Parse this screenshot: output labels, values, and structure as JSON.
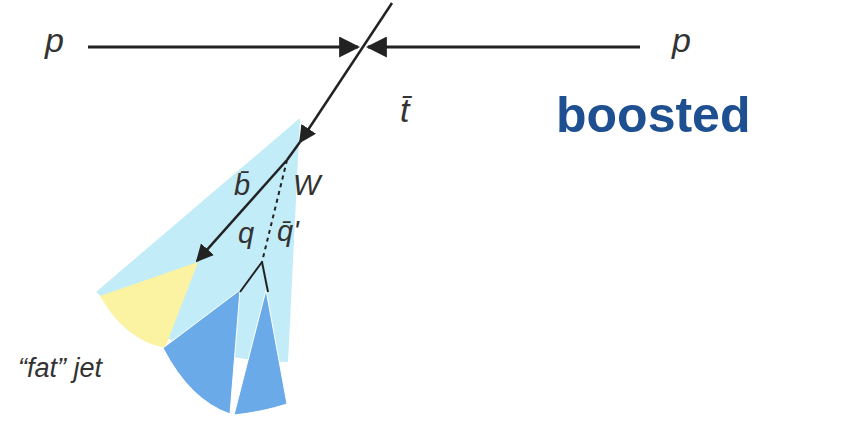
{
  "diagram": {
    "labels": [
      "p",
      "p",
      "t̄",
      "b̄",
      "W",
      "q",
      "q̄'",
      "boosted",
      "“fat” jet"
    ]
  }
}
